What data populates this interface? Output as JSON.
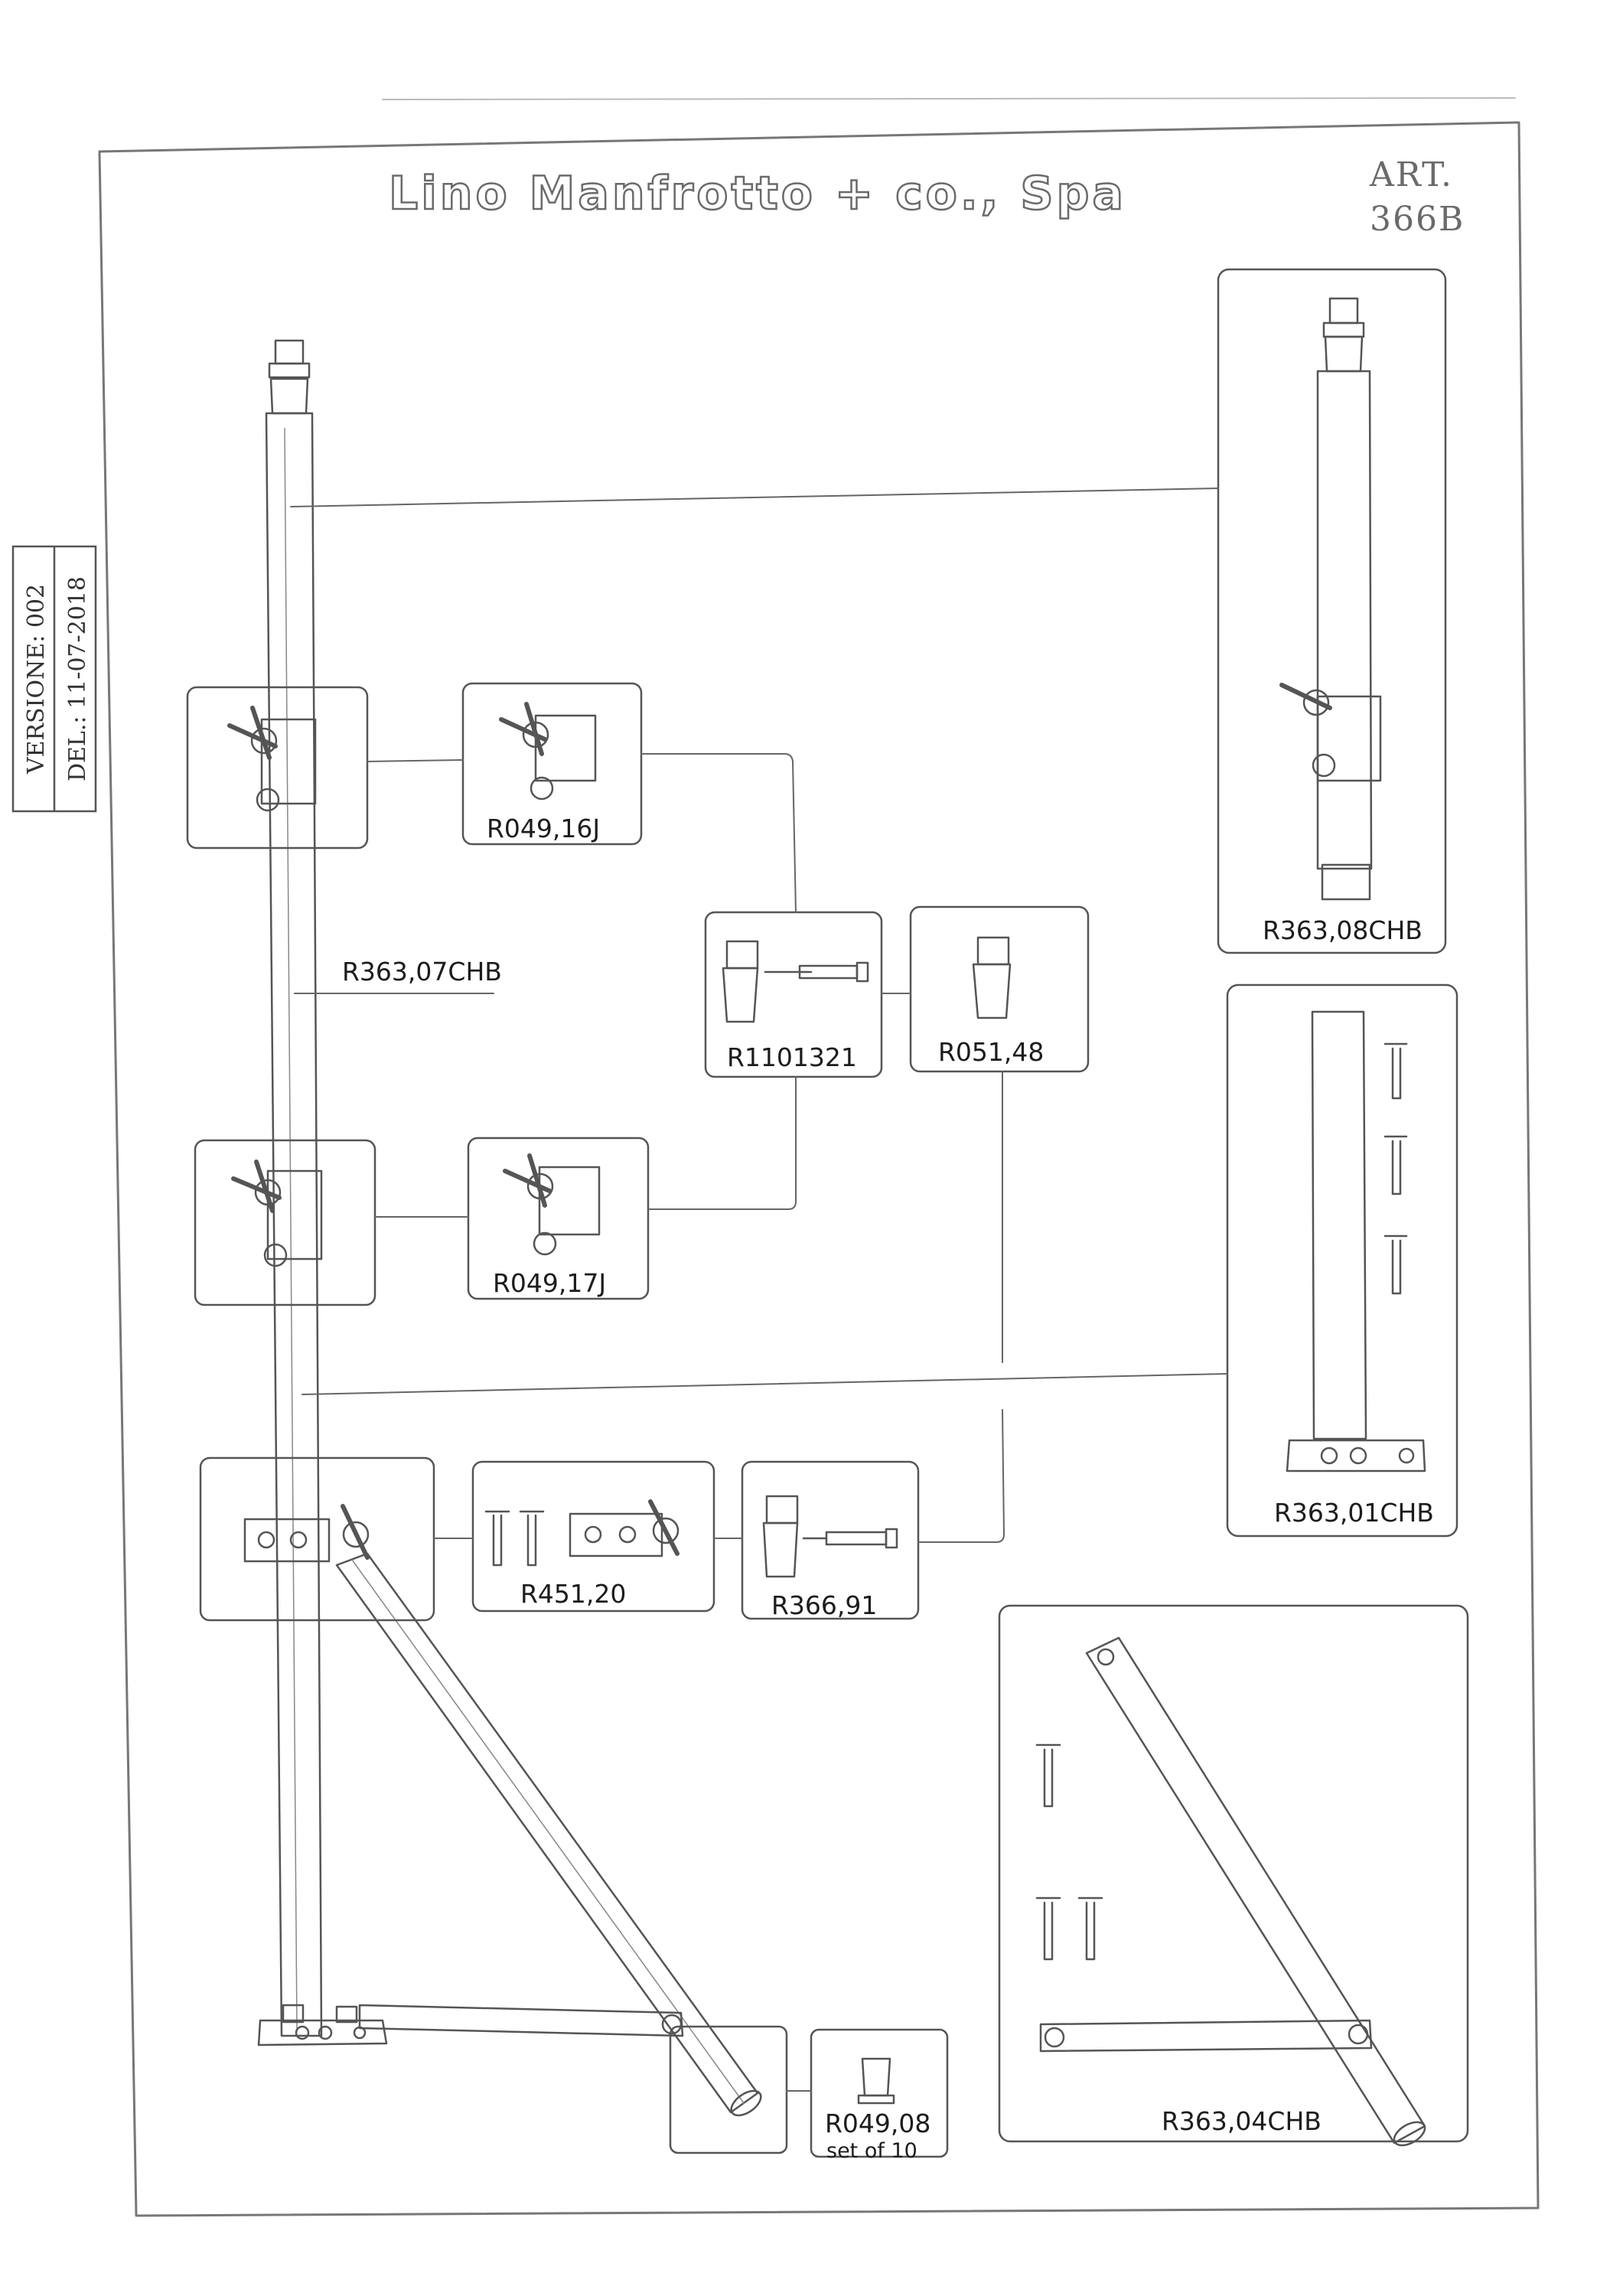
{
  "header": {
    "company": "Lino Manfrotto + co., Spa",
    "article_line1": "ART.",
    "article_line2": "366B"
  },
  "stamp": {
    "version": "VERSIONE: 002",
    "date": "DEL.: 11-07-2018"
  },
  "parts": {
    "p1": "R049,16J",
    "p2": "R363,07CHB",
    "p3": "R1101321",
    "p4": "R051,48",
    "p5": "R363,08CHB",
    "p6": "R049,17J",
    "p7": "R363,01CHB",
    "p8": "R451,20",
    "p9": "R366,91",
    "p10": "R049,08",
    "p10_note": "set of 10",
    "p11": "R363,04CHB"
  }
}
